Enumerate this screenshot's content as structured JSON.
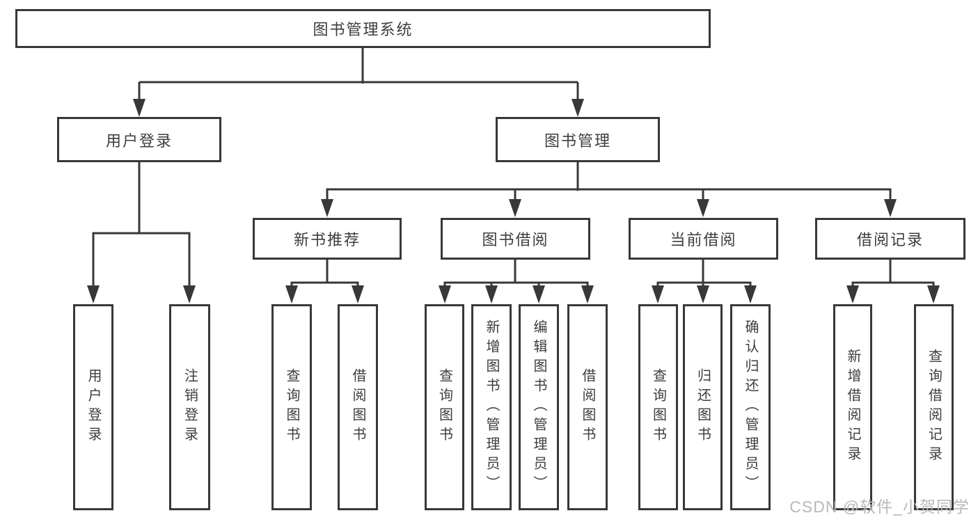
{
  "diagram_title": "图书管理系统",
  "tree": {
    "root": {
      "label": "图书管理系统"
    },
    "branches": [
      {
        "label": "用户登录",
        "children": [
          {
            "label": "用户登录"
          },
          {
            "label": "注销登录"
          }
        ]
      },
      {
        "label": "图书管理",
        "children": [
          {
            "label": "新书推荐",
            "children": [
              {
                "label": "查询图书"
              },
              {
                "label": "借阅图书"
              }
            ]
          },
          {
            "label": "图书借阅",
            "children": [
              {
                "label": "查询图书"
              },
              {
                "label": "新增图书（管理员）"
              },
              {
                "label": "编辑图书（管理员）"
              },
              {
                "label": "借阅图书"
              }
            ]
          },
          {
            "label": "当前借阅",
            "children": [
              {
                "label": "查询图书"
              },
              {
                "label": "归还图书"
              },
              {
                "label": "确认归还（管理员）"
              }
            ]
          },
          {
            "label": "借阅记录",
            "children": [
              {
                "label": "新增借阅记录"
              },
              {
                "label": "查询借阅记录"
              }
            ]
          }
        ]
      }
    ]
  },
  "watermark": "CSDN @软件_小贺同学",
  "colors": {
    "line": "#383838",
    "box_border": "#383838",
    "box_background": "#ffffff",
    "text": "#3d3d3d",
    "watermark_text": "#b9b9b9"
  }
}
